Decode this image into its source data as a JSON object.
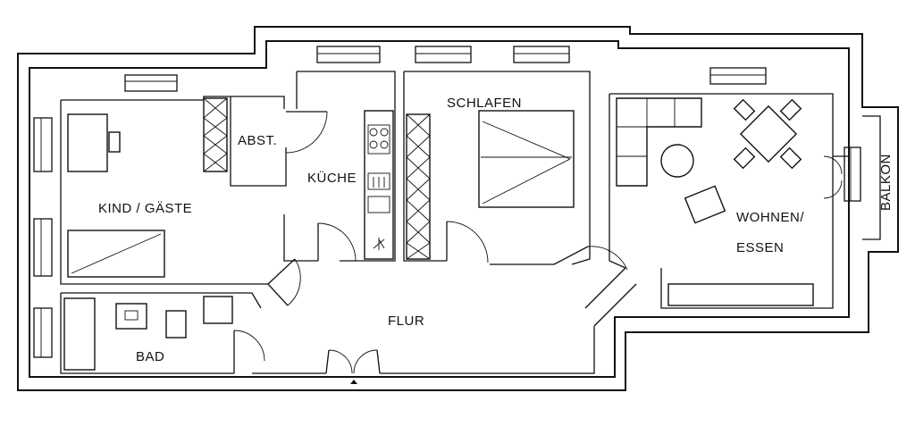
{
  "rooms": {
    "kind": "KIND / GÄSTE",
    "abst": "ABST.",
    "kueche": "KÜCHE",
    "schlafen": "SCHLAFEN",
    "wohnen_line1": "WOHNEN/",
    "wohnen_line2": "ESSEN",
    "balkon": "BALKON",
    "bad": "BAD",
    "flur": "FLUR"
  }
}
